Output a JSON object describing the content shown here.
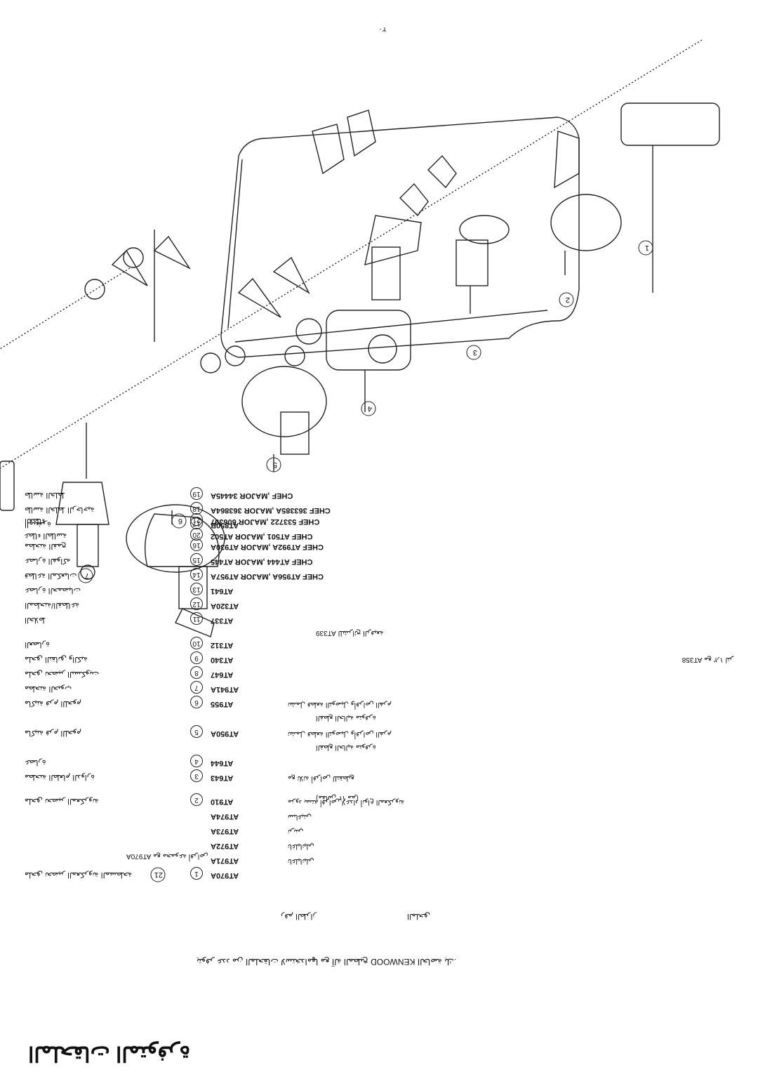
{
  "page": {
    "title": "الملحقات المتوفرة",
    "intro": "يتوفر عدد من الملحقات لاستخدامها مع آلة المطبخ KENWOOD الخاصة بك.",
    "page_number": "٢٠",
    "column_headers": {
      "accessory": "الملحق",
      "model": "رقم الطراز"
    }
  },
  "parts": [
    {
      "num": "1",
      "name": "ملحق تحضير المعكرونة المسطحة",
      "code": "AT970A",
      "note": ""
    },
    {
      "num": "",
      "name": "",
      "code": "AT971A",
      "note": "تاغلياتيلي"
    },
    {
      "num": "",
      "name": "",
      "code": "AT972A",
      "note": "تاغلياتيلي"
    },
    {
      "num": "",
      "name": "",
      "code": "AT973A",
      "note": "تريني"
    },
    {
      "num": "",
      "name": "",
      "code": "AT974A",
      "note": "سباغيتي"
    },
    {
      "num": "2",
      "name": "ملحق تحضير المعكرونة",
      "code": "AT910",
      "note": "مزود بستة أقراص لإعداد أنواع المعكرونة"
    },
    {
      "num": "3",
      "name": "مطحنة الطعام الدوارة",
      "code": "AT643",
      "note": "مع ثلاثة أقراص للتقطيع"
    },
    {
      "num": "4",
      "name": "عصارة",
      "code": "AT644",
      "note": ""
    },
    {
      "num": "5",
      "name": "ماكينة فرم اللحوم",
      "code": "AT950A",
      "note": "تشمل قطعة التوصيل وأقراص الفرم"
    },
    {
      "num": "6",
      "name": "ماكينة فرم اللحوم",
      "code": "AT955",
      "note": "تشمل قطعة التوصيل وأقراص الفرم"
    },
    {
      "num": "7",
      "name": "مطحنة الحبوب",
      "code": "AT941A",
      "note": ""
    },
    {
      "num": "8",
      "name": "ملحق تحضير البسكويت",
      "code": "AT647",
      "note": ""
    },
    {
      "num": "9",
      "name": "ملحق النقانق والكبة",
      "code": "AT340",
      "note": ""
    },
    {
      "num": "10",
      "name": "العصارة",
      "code": "AT312",
      "note": ""
    },
    {
      "num": "11",
      "name": "الخلاط",
      "code": "AT337",
      "note": ""
    },
    {
      "num": "12",
      "name": "المطحنة/القطاعة",
      "code": "AT320A",
      "note": ""
    },
    {
      "num": "13",
      "name": "عصارة الحمضيات",
      "code": "AT641",
      "note": ""
    },
    {
      "num": "14",
      "name": "قطاعة المكعبات",
      "code": "CHEF AT956A ,MAJOR AT957A",
      "note": ""
    },
    {
      "num": "15",
      "name": "عصارة الفواكه",
      "code": "CHEF AT444 ,MAJOR AT445",
      "note": ""
    },
    {
      "num": "16",
      "name": "مطحنة القمح",
      "code": "CHEF AT992A ,MAJOR AT930A",
      "note": ""
    },
    {
      "num": "17",
      "name": "المبشرة",
      "code": "AT850B",
      "note": ""
    },
    {
      "num": "18",
      "name": "طاسة الخلط الزجاجية",
      "code": "CHEF 363385A ,MAJOR 363864A",
      "note": ""
    },
    {
      "num": "19",
      "name": "طاسة الخلط",
      "code": "CHEF ,MAJOR 34445A",
      "note": ""
    },
    {
      "num": "20",
      "name": "غطاء الطاسة",
      "code": "CHEF AT501 ,MAJOR AT502",
      "note": ""
    },
    {
      "num": "21",
      "name": "الغطاء",
      "code": "CHEF 533722 ,MAJOR 606397",
      "note": ""
    }
  ],
  "subnotes": {
    "n2": "(مقاس ١٢ مم)",
    "n1": "AT970A مع مجموعة أقراص",
    "n5b": "القطع الحالية متوفرة",
    "n6b": "القطع الحالية متوفرة",
    "n11": "AT358 مع ١٫٢ لتر",
    "n12": "AT339 للشرائح الرفيعة"
  },
  "callouts": [
    "1",
    "2",
    "3",
    "4",
    "5",
    "6",
    "7",
    "21"
  ],
  "colors": {
    "ink": "#111111",
    "paper": "#ffffff"
  }
}
